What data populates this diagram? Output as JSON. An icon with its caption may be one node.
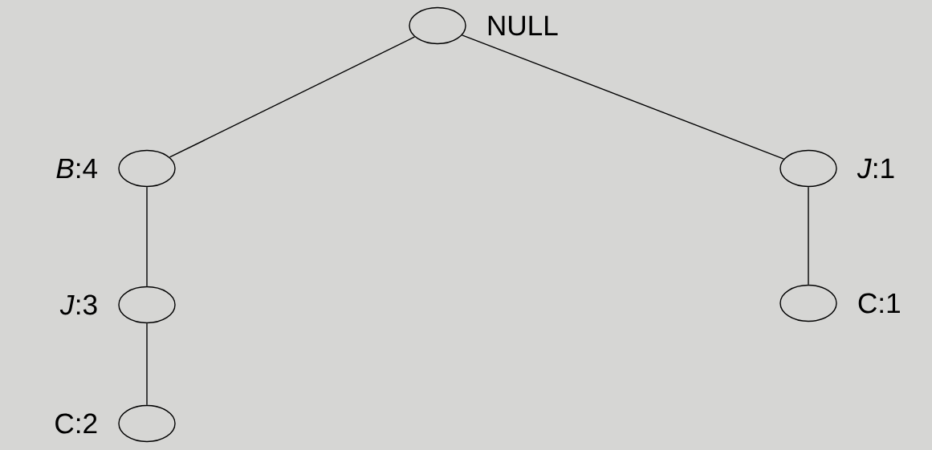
{
  "diagram": {
    "nodes": [
      {
        "text": [],
        "shape": "circle",
        "beside": [
          "NULL"
        ]
      },
      {
        "text": [],
        "shape": "circle",
        "beside": [
          "*B*:4"
        ]
      },
      {
        "text": [],
        "shape": "circle",
        "beside": [
          "*J*:3"
        ]
      },
      {
        "text": [],
        "shape": "circle",
        "beside": [
          "C:2"
        ]
      },
      {
        "text": [],
        "shape": "circle",
        "beside": [
          "*J*:1"
        ]
      },
      {
        "text": [],
        "shape": "circle",
        "beside": [
          "C:1"
        ]
      }
    ],
    "edges": [
      {
        "from": 0,
        "to": 1,
        "arrow": "none"
      },
      {
        "from": 1,
        "to": 2,
        "arrow": "none"
      },
      {
        "from": 2,
        "to": 3,
        "arrow": "none"
      },
      {
        "from": 0,
        "to": 4,
        "arrow": "none"
      },
      {
        "from": 4,
        "to": 5,
        "arrow": "none"
      }
    ]
  }
}
